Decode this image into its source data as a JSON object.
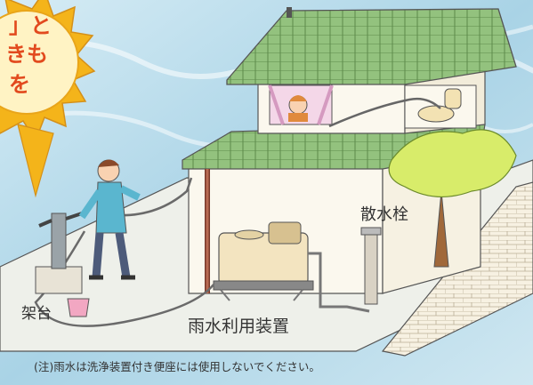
{
  "burst": {
    "line1": "」と",
    "line2": "きも",
    "line3": "を"
  },
  "labels": {
    "stand": "架台",
    "rainwater_device": "雨水利用装置",
    "garden_faucet": "散水栓"
  },
  "note": "(注)雨水は洗浄装置付き便座には使用しないでください。",
  "colors": {
    "water": "#bfe0ee",
    "roof": "#8fbf7a",
    "wall": "#fbf8ee",
    "burst": "#f4b41a",
    "burst_text": "#e24a1e",
    "tree": "#d8ec6a",
    "tank": "#f3e4c0",
    "shirt": "#5ab6cf"
  }
}
